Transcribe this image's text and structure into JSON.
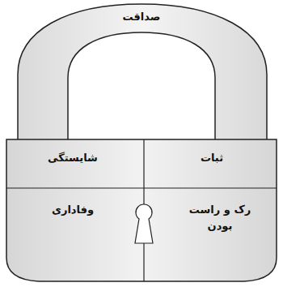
{
  "diagram": {
    "nodes": [
      {
        "text": [
          "صداقت"
        ]
      },
      {
        "text": [
          "ثبات"
        ]
      },
      {
        "text": [
          "شایستگی"
        ]
      },
      {
        "text": [
          "رک و راست بودن"
        ]
      },
      {
        "text": [
          "وفاداری"
        ]
      }
    ]
  }
}
